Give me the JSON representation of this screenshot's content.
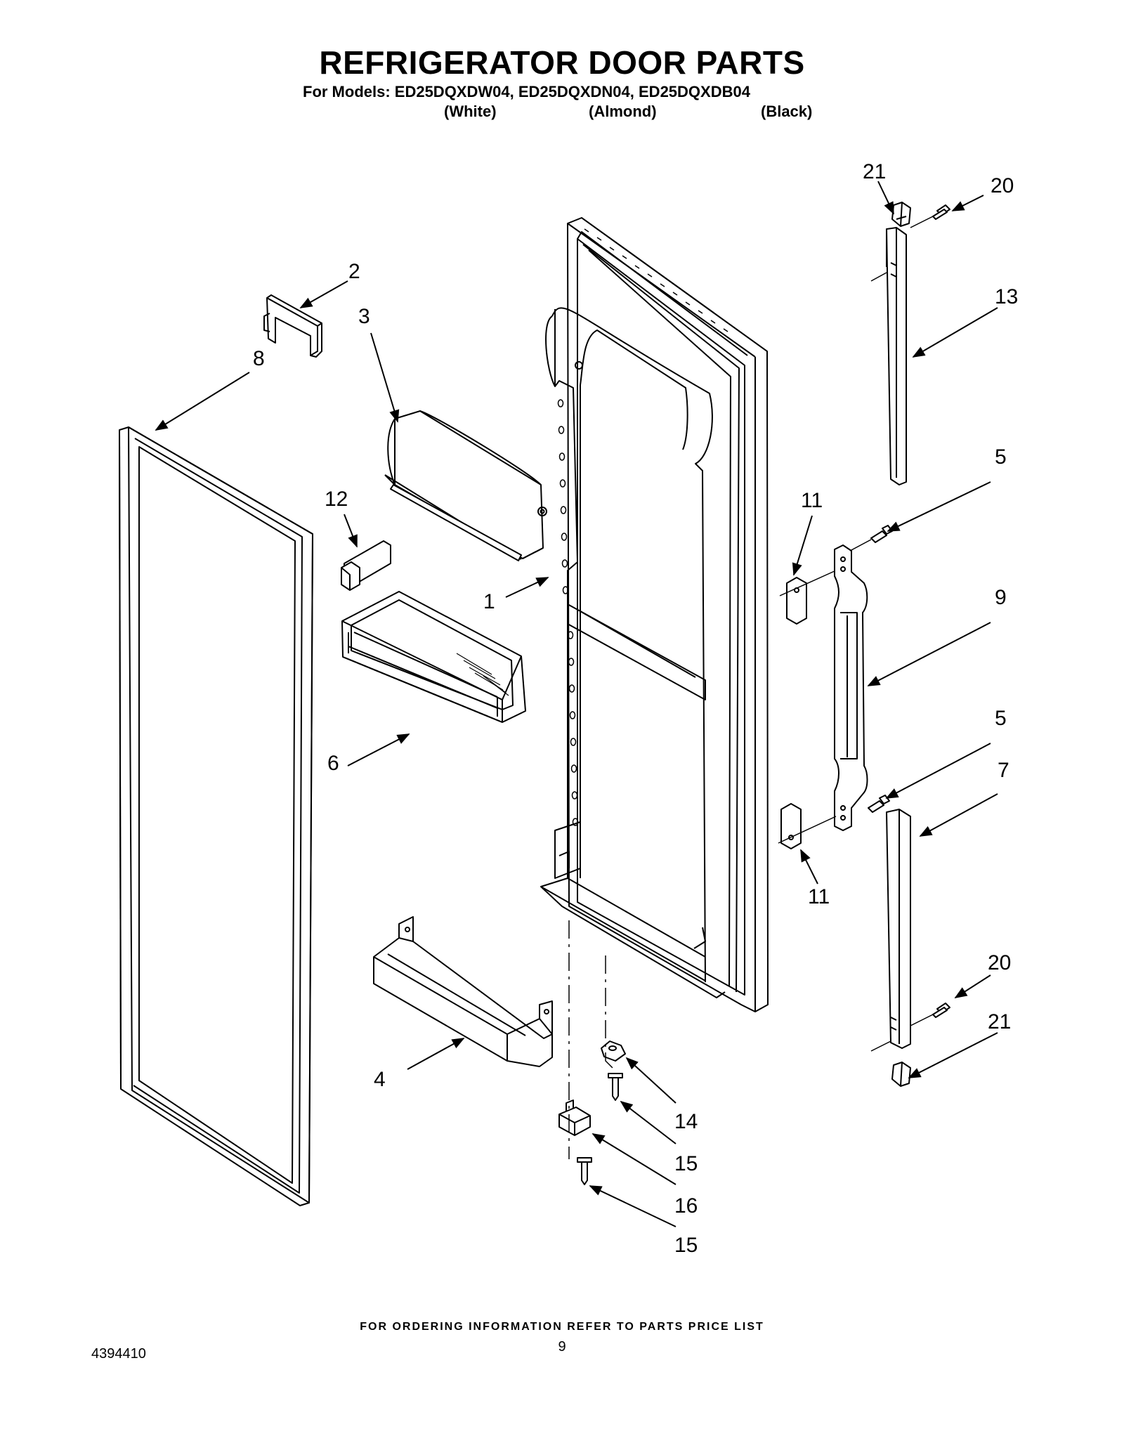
{
  "title": "REFRIGERATOR DOOR PARTS",
  "models_line": "For Models: ED25DQXDW04, ED25DQXDN04, ED25DQXDB04",
  "colors": [
    "(White)",
    "(Almond)",
    "(Black)"
  ],
  "callouts": [
    "21",
    "20",
    "2",
    "13",
    "3",
    "8",
    "5",
    "12",
    "11",
    "1",
    "9",
    "5",
    "6",
    "7",
    "11",
    "20",
    "21",
    "4",
    "14",
    "15",
    "16",
    "15"
  ],
  "footer": "FOR ORDERING INFORMATION REFER TO PARTS PRICE LIST",
  "doc_number": "4394410",
  "page_number": "9"
}
